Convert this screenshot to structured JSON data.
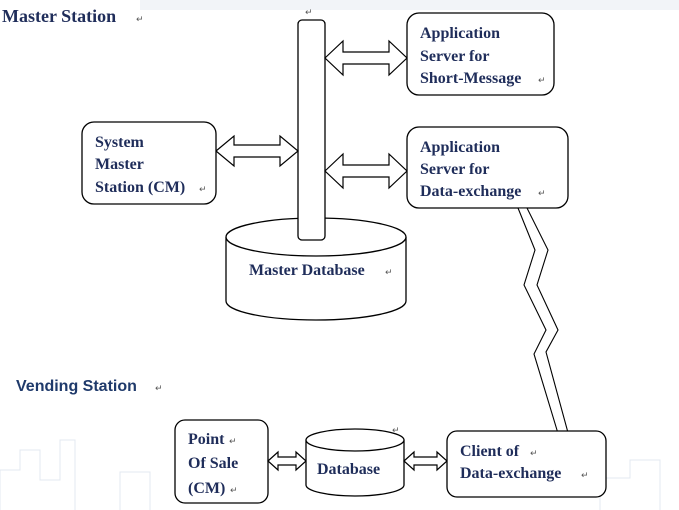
{
  "sections": {
    "master_station": "Master Station",
    "vending_station": "Vending Station"
  },
  "nodes": {
    "app_sms": [
      "Application",
      "Server for",
      "Short-Message"
    ],
    "app_data": [
      "Application",
      "Server for",
      "Data-exchange"
    ],
    "system_master": [
      "System",
      "Master",
      "Station (CM)"
    ],
    "master_db": "Master Database",
    "point_of_sale": [
      "Point",
      "Of Sale",
      "(CM)"
    ],
    "vending_db": "Database",
    "client_data": [
      "Client of",
      "Data-exchange"
    ]
  },
  "paragraph_mark": "↵",
  "colors": {
    "text": "#1f2d5a",
    "heading_sans": "#1f3a6b",
    "line": "#000000"
  }
}
